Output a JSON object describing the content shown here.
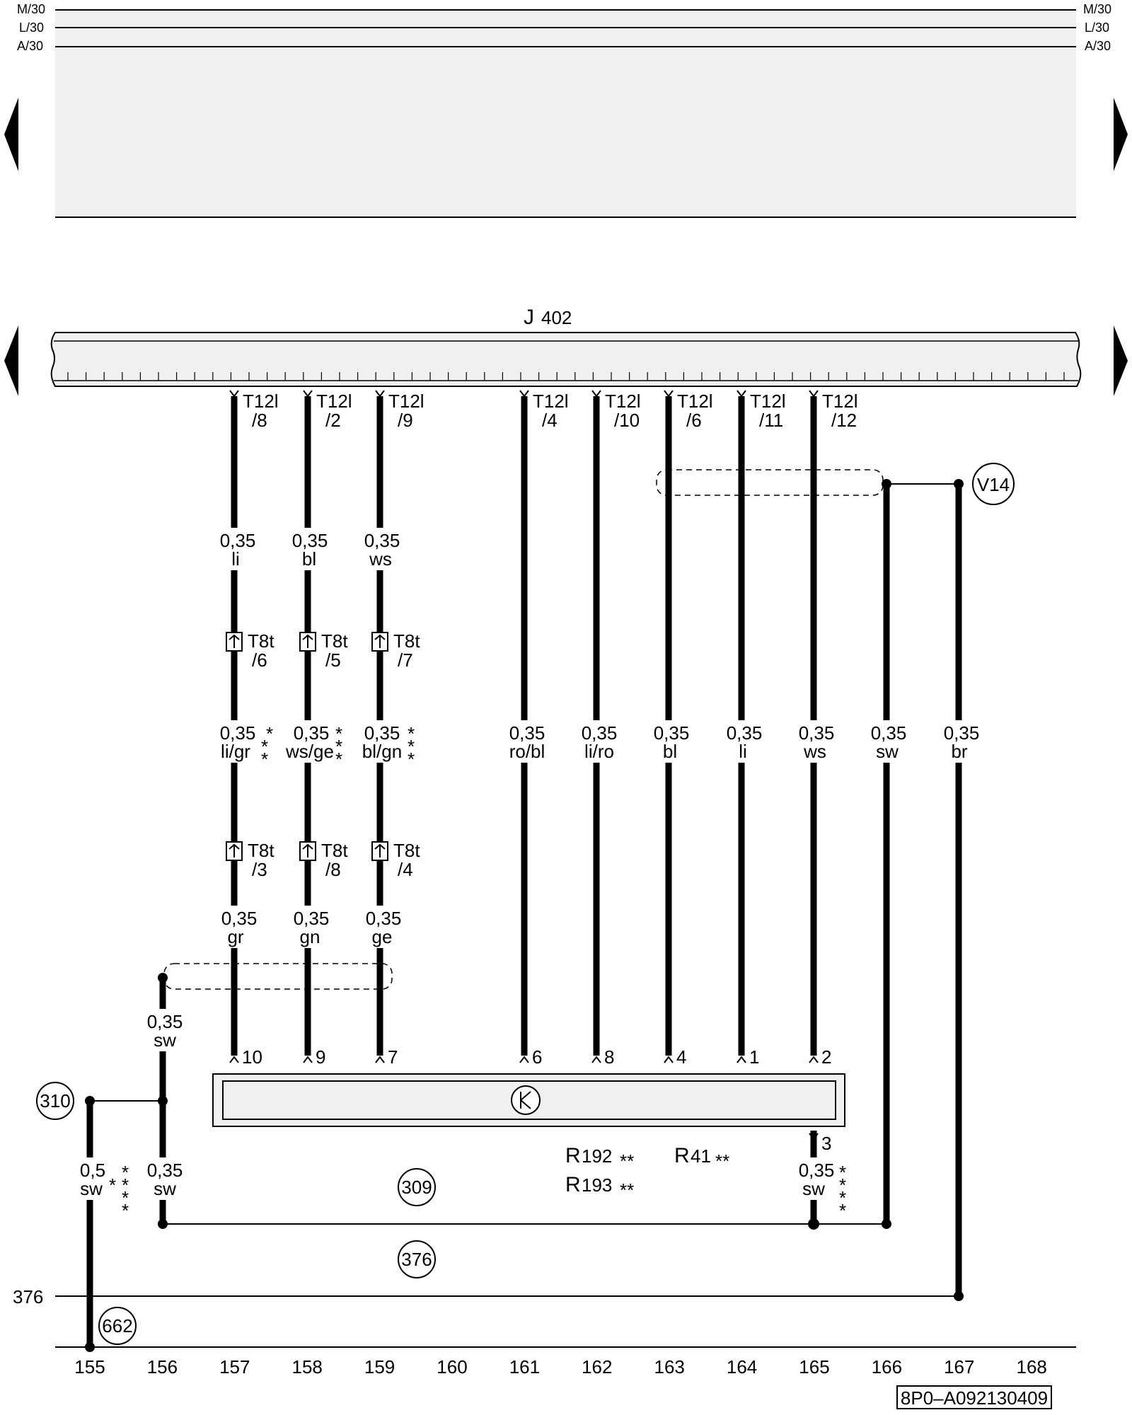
{
  "bus_labels": {
    "m": "M/30",
    "l": "L/30",
    "a": "A/30"
  },
  "component": {
    "id": "J",
    "sub": "402"
  },
  "pins": {
    "p8": {
      "conn": "T12l",
      "pin": "/8"
    },
    "p2": {
      "conn": "T12l",
      "pin": "/2"
    },
    "p9": {
      "conn": "T12l",
      "pin": "/9"
    },
    "p4": {
      "conn": "T12l",
      "pin": "/4"
    },
    "p10": {
      "conn": "T12l",
      "pin": "/10"
    },
    "p6": {
      "conn": "T12l",
      "pin": "/6"
    },
    "p11": {
      "conn": "T12l",
      "pin": "/11"
    },
    "p12": {
      "conn": "T12l",
      "pin": "/12"
    }
  },
  "wires": {
    "w157a": {
      "size": "0,35",
      "color": "li"
    },
    "w158a": {
      "size": "0,35",
      "color": "bl"
    },
    "w159a": {
      "size": "0,35",
      "color": "ws"
    },
    "w157b": {
      "size": "0,35",
      "color": "li/gr"
    },
    "w158b": {
      "size": "0,35",
      "color": "ws/ge"
    },
    "w159b": {
      "size": "0,35",
      "color": "bl/gn"
    },
    "w161": {
      "size": "0,35",
      "color": "ro/bl"
    },
    "w162": {
      "size": "0,35",
      "color": "li/ro"
    },
    "w163": {
      "size": "0,35",
      "color": "bl"
    },
    "w164": {
      "size": "0,35",
      "color": "li"
    },
    "w165": {
      "size": "0,35",
      "color": "ws"
    },
    "w166": {
      "size": "0,35",
      "color": "sw"
    },
    "w167": {
      "size": "0,35",
      "color": "br"
    },
    "w157c": {
      "size": "0,35",
      "color": "gr"
    },
    "w158c": {
      "size": "0,35",
      "color": "gn"
    },
    "w159c": {
      "size": "0,35",
      "color": "ge"
    },
    "w156": {
      "size": "0,35",
      "color": "sw"
    },
    "w156b": {
      "size": "0,35",
      "color": "sw"
    },
    "w155": {
      "size": "0,5",
      "color": "sw"
    },
    "w165b": {
      "size": "0,35",
      "color": "sw"
    }
  },
  "t8t": {
    "c1": {
      "conn": "T8t",
      "pin": "/6"
    },
    "c2": {
      "conn": "T8t",
      "pin": "/5"
    },
    "c3": {
      "conn": "T8t",
      "pin": "/7"
    },
    "c4": {
      "conn": "T8t",
      "pin": "/3"
    },
    "c5": {
      "conn": "T8t",
      "pin": "/8"
    },
    "c6": {
      "conn": "T8t",
      "pin": "/4"
    }
  },
  "radio_pins": [
    "10",
    "9",
    "7",
    "6",
    "8",
    "4",
    "1",
    "2",
    "3"
  ],
  "speaker_labels": {
    "r192": "R",
    "r192_sub": "192",
    "r193": "R",
    "r193_sub": "193",
    "r41": "R",
    "r41_sub": "41",
    "stars2": "**"
  },
  "refs": {
    "v14": "V14",
    "c310": "310",
    "c309": "309",
    "c376": "376",
    "c662": "662",
    "left376": "376"
  },
  "track_numbers": [
    "155",
    "156",
    "157",
    "158",
    "159",
    "160",
    "161",
    "162",
    "163",
    "164",
    "165",
    "166",
    "167",
    "168"
  ],
  "doc_code": "8P0–A092130409"
}
